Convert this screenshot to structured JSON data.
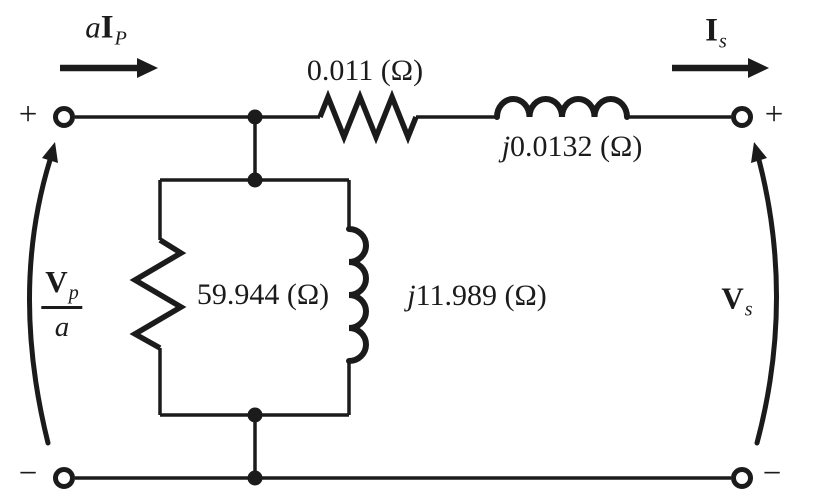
{
  "figure": {
    "type": "transformer-equivalent-circuit",
    "line_color": "#1b1b1b",
    "background_color": "#ffffff"
  },
  "labels": {
    "primary_current": {
      "prefix": "a",
      "symbol": "I",
      "subscript": "P"
    },
    "secondary_current": {
      "symbol": "I",
      "subscript": "s"
    },
    "primary_voltage": {
      "numerator_symbol": "V",
      "numerator_subscript": "p",
      "denominator": "a"
    },
    "secondary_voltage": {
      "symbol": "V",
      "subscript": "s"
    },
    "series_resistance": "0.011 (Ω)",
    "series_reactance": {
      "prefix": "j",
      "value": "0.0132 (Ω)"
    },
    "magnetizing_resistance": "59.944 (Ω)",
    "magnetizing_reactance": {
      "prefix": "j",
      "value": "11.989 (Ω)"
    },
    "polarity": {
      "top_left": "+",
      "top_right": "+",
      "bottom_left": "−",
      "bottom_right": "−"
    }
  }
}
